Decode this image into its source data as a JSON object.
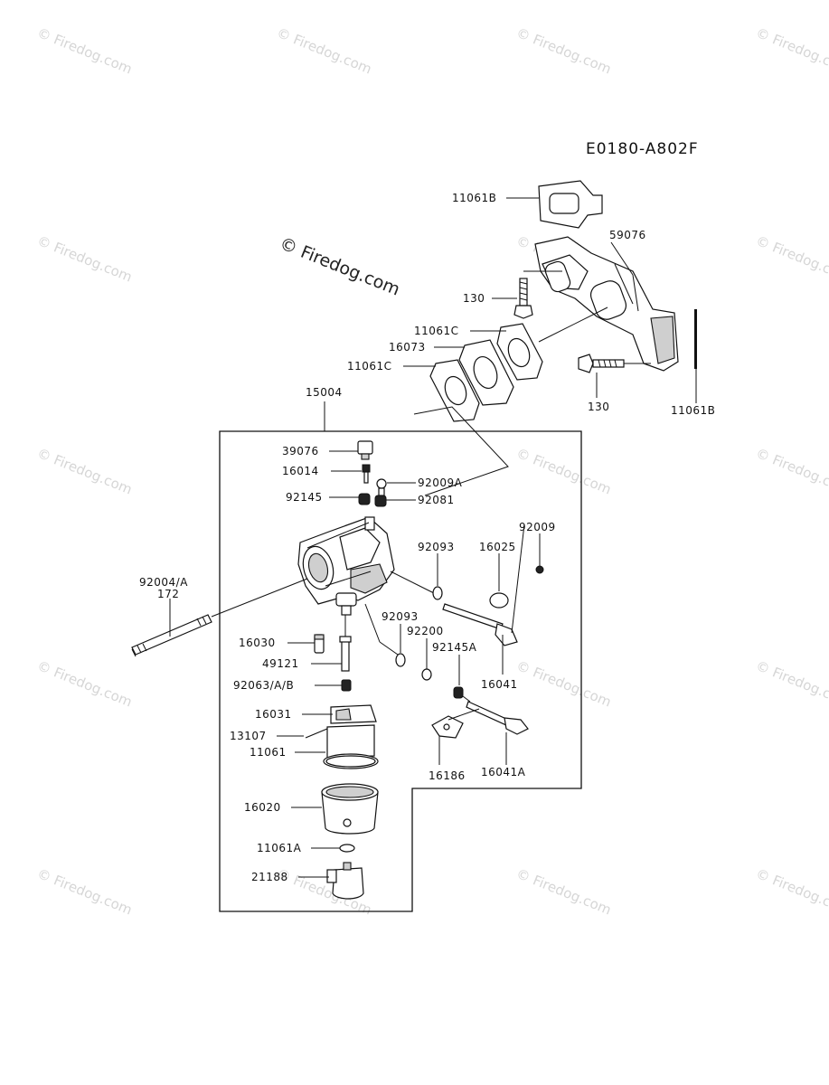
{
  "diagram_code": "E0180-A802F",
  "watermark_main": "© Firedog.com",
  "watermark_small": "© Firedog.com",
  "labels": {
    "p11061B_top": "11061B",
    "p59076": "59076",
    "p130_a": "130",
    "p11061C_a": "11061C",
    "p16073": "16073",
    "p11061C_b": "11061C",
    "p130_b": "130",
    "p11061B_right": "11061B",
    "p15004": "15004",
    "p39076": "39076",
    "p16014": "16014",
    "p92009A": "92009A",
    "p92145": "92145",
    "p92081": "92081",
    "p92009": "92009",
    "p92093_a": "92093",
    "p16025": "16025",
    "p92004A": "92004/A",
    "p172": "172",
    "p92093_b": "92093",
    "p92200": "92200",
    "p92145A": "92145A",
    "p16030": "16030",
    "p49121": "49121",
    "p16041": "16041",
    "p92063AB": "92063/A/B",
    "p16031": "16031",
    "p13107": "13107",
    "p11061": "11061",
    "p16186": "16186",
    "p16041A": "16041A",
    "p16020": "16020",
    "p11061A": "11061A",
    "p21188": "21188"
  }
}
